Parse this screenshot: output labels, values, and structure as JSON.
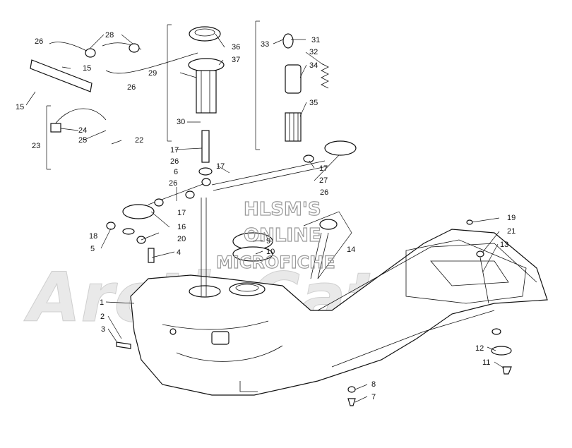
{
  "watermark": {
    "line1": "HLSM'S",
    "line2": "ONLINE",
    "line3": "MICROFICHE",
    "logo_text": "ArcticCat"
  },
  "callouts": {
    "c1": "1",
    "c2": "2",
    "c3": "3",
    "c4": "4",
    "c5": "5",
    "c6": "6",
    "c7": "7",
    "c8": "8",
    "c9": "9",
    "c10": "10",
    "c11": "11",
    "c12": "12",
    "c13": "13",
    "c14": "14",
    "c15a": "15",
    "c15b": "15",
    "c16": "16",
    "c17a": "17",
    "c17b": "17",
    "c17c": "17",
    "c17d": "17",
    "c18": "18",
    "c19": "19",
    "c20": "20",
    "c21": "21",
    "c22": "22",
    "c23": "23",
    "c24": "24",
    "c25": "25",
    "c26a": "26",
    "c26b": "26",
    "c26c": "26",
    "c26d": "26",
    "c26e": "26",
    "c27": "27",
    "c28": "28",
    "c29": "29",
    "c30": "30",
    "c31": "31",
    "c32": "32",
    "c33": "33",
    "c34": "34",
    "c35": "35",
    "c36": "36",
    "c37": "37"
  }
}
